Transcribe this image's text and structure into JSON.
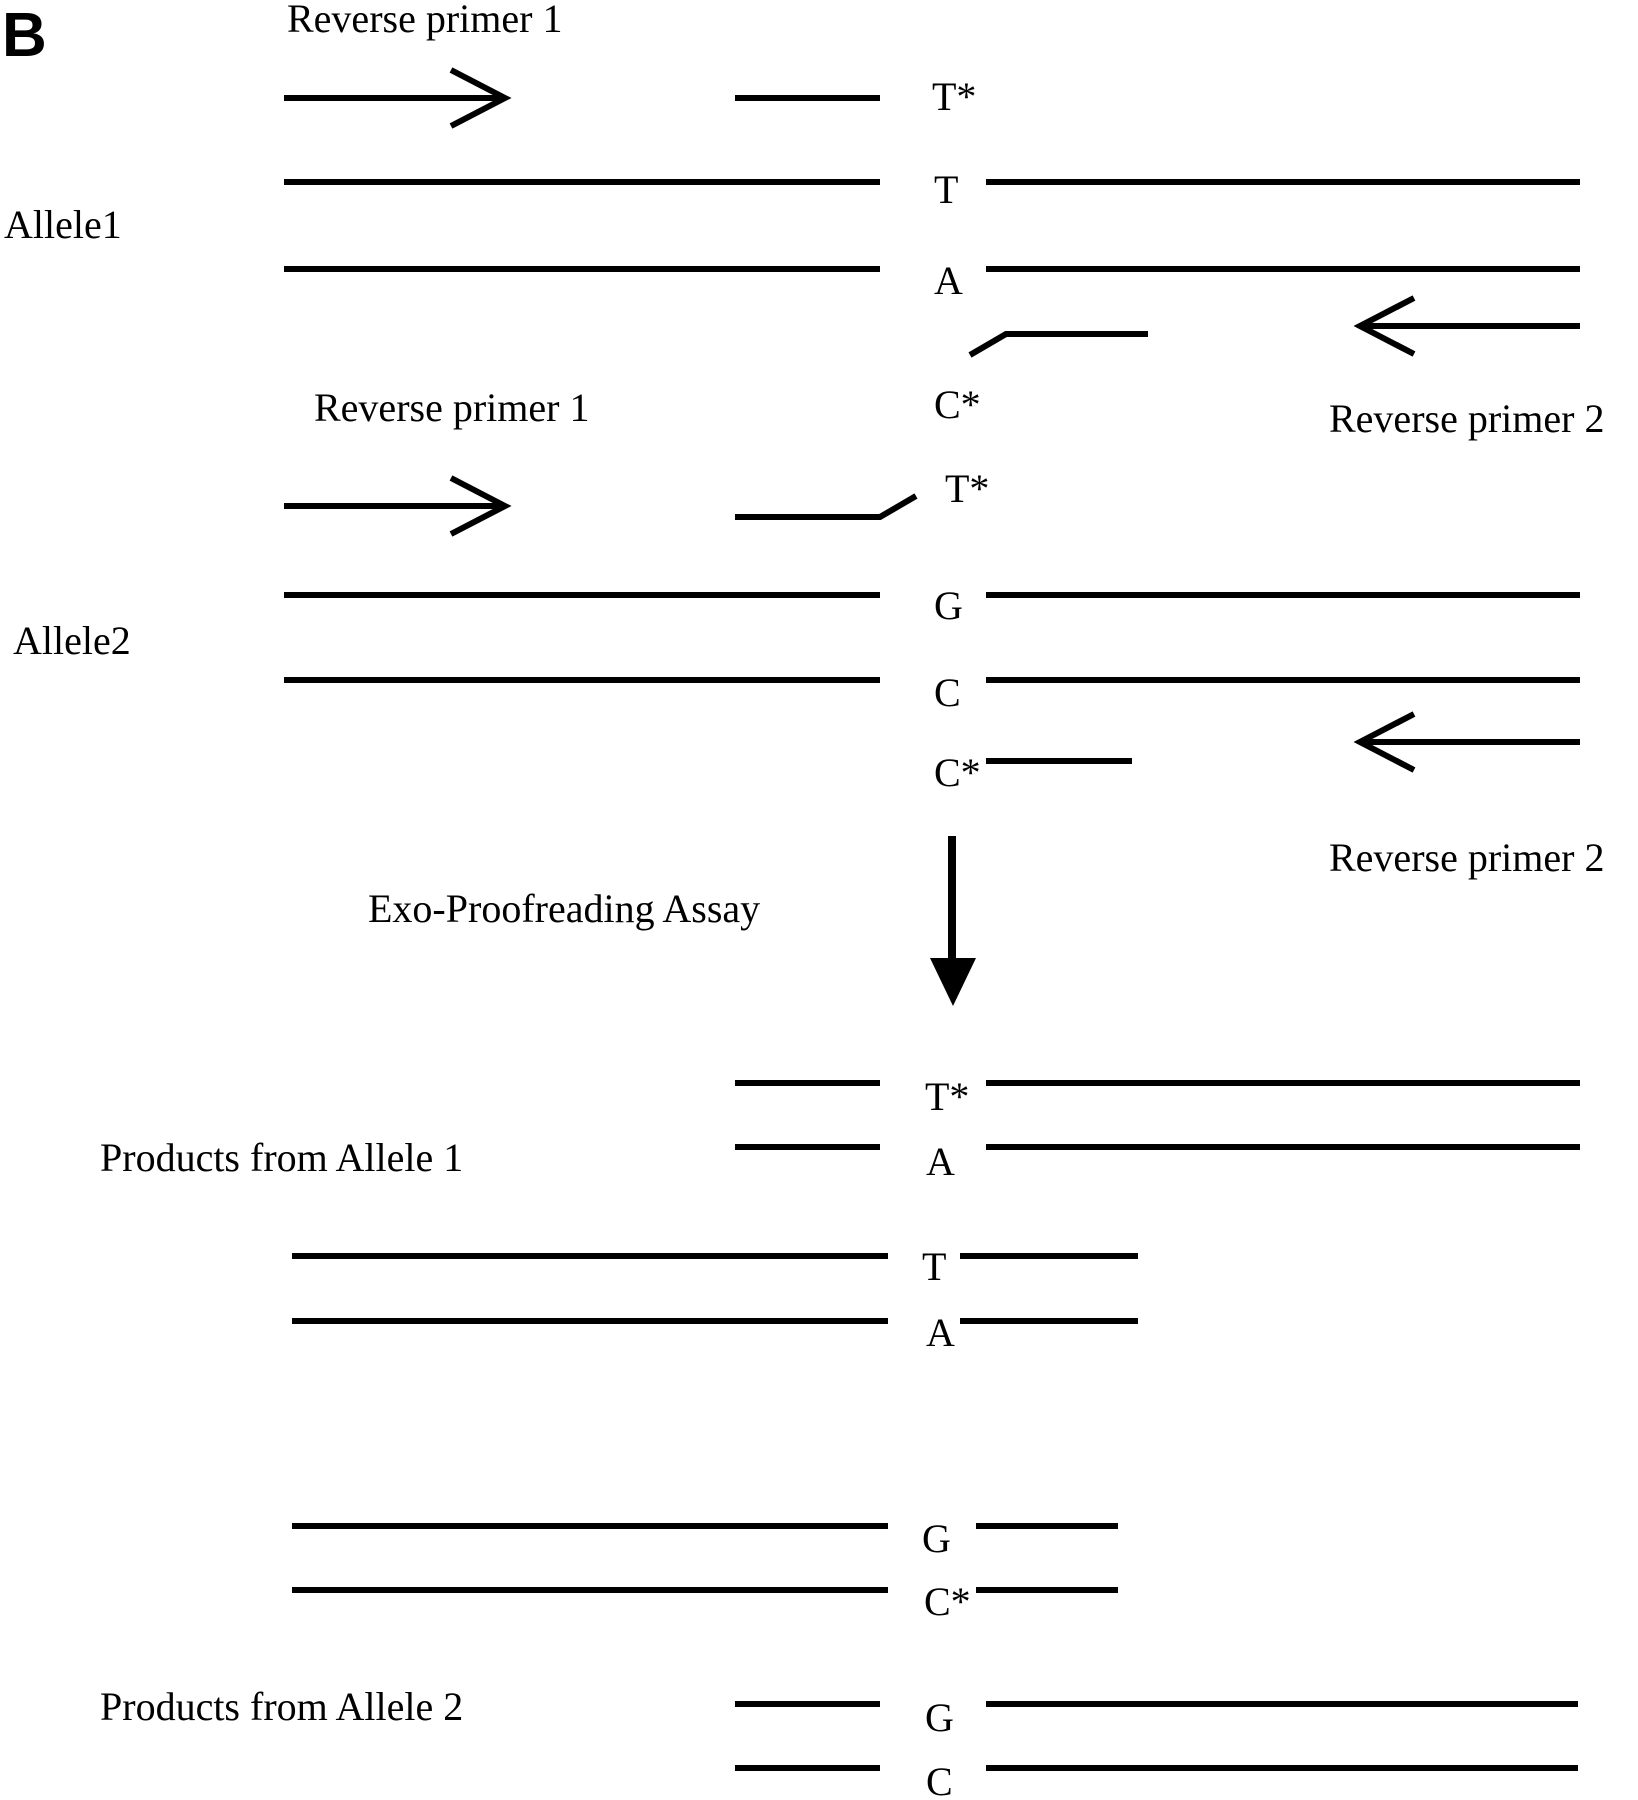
{
  "panel_label": "B",
  "allele1": {
    "label": "Allele1",
    "primer_top": "Reverse primer 1",
    "primer_bottom": "Reverse primer 2",
    "probe_base": "T*",
    "strand_top_base": "T",
    "strand_bottom_base": "A",
    "probe2_base": "C*"
  },
  "allele2": {
    "label": "Allele2",
    "primer_top": "Reverse primer 1",
    "primer_bottom": "Reverse primer 2",
    "probe_base": "T*",
    "strand_top_base": "G",
    "strand_bottom_base": "C",
    "probe2_base": "C*"
  },
  "assay_label": "Exo-Proofreading Assay",
  "products_allele1": {
    "label": "Products from Allele 1",
    "pair1": [
      "T*",
      "A"
    ],
    "pair2": [
      "T",
      "A"
    ]
  },
  "products_allele2": {
    "label": "Products from Allele 2",
    "pair1": [
      "G",
      "C*"
    ],
    "pair2": [
      "G",
      "C"
    ]
  }
}
